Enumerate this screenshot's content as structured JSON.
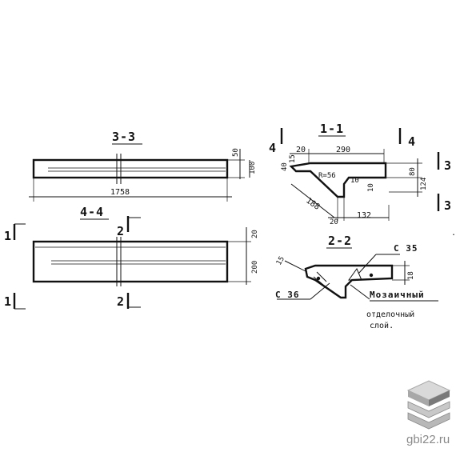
{
  "section_labels": {
    "s33": "3-3",
    "s44": "4-4",
    "s11": "1-1",
    "s22": "2-2"
  },
  "cut_marks": {
    "m1": "1",
    "m2": "2",
    "m3": "3",
    "m4": "4"
  },
  "dimensions": {
    "length_1758": "1758",
    "d50": "50",
    "d100": "100",
    "d20": "20",
    "d200": "200",
    "d290": "290",
    "d20b": "20",
    "d15": "15",
    "d40": "40",
    "r56": "R=56",
    "d10a": "10",
    "d10b": "10",
    "d80": "80",
    "d124": "124",
    "d188": "188",
    "d20c": "20",
    "d132": "132",
    "d15b": "15",
    "d18": "18"
  },
  "steel_marks": {
    "c35": "C 35",
    "c36": "C 36"
  },
  "notes": {
    "mosaic_line1": "Мозаичный",
    "mosaic_line2": "отделочный",
    "mosaic_line3": "слой."
  },
  "watermark": {
    "site": "gbi22.ru",
    "colors": {
      "top": "#d9d9d9",
      "side": "#a8a8a8",
      "dark": "#7a7a7a"
    }
  }
}
